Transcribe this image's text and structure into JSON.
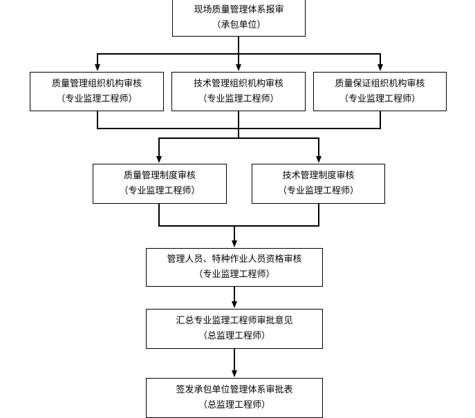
{
  "nodes": {
    "submit": {
      "title": "现场质量管理体系报审",
      "role": "（承包单位）"
    },
    "quality_org": {
      "title": "质量管理组织机构审核",
      "role": "（专业监理工程师）"
    },
    "tech_org": {
      "title": "技术管理组织机构审核",
      "role": "（专业监理工程师）"
    },
    "assurance_org": {
      "title": "质量保证组织机构审核",
      "role": "（专业监理工程师）"
    },
    "quality_system": {
      "title": "质量管理制度审核",
      "role": "（专业监理工程师）"
    },
    "tech_system": {
      "title": "技术管理制度审核",
      "role": "（专业监理工程师）"
    },
    "personnel": {
      "title": "管理人员、特种作业人员资格审核",
      "role": "（专业监理工程师）"
    },
    "summary": {
      "title": "汇总专业监理工程师审批意见",
      "role": "（总监理工程师）"
    },
    "approval": {
      "title": "签发承包单位管理体系审批表",
      "role": "（总监理工程师）"
    }
  },
  "colors": {
    "stroke": "#000000",
    "background": "#ffffff"
  }
}
